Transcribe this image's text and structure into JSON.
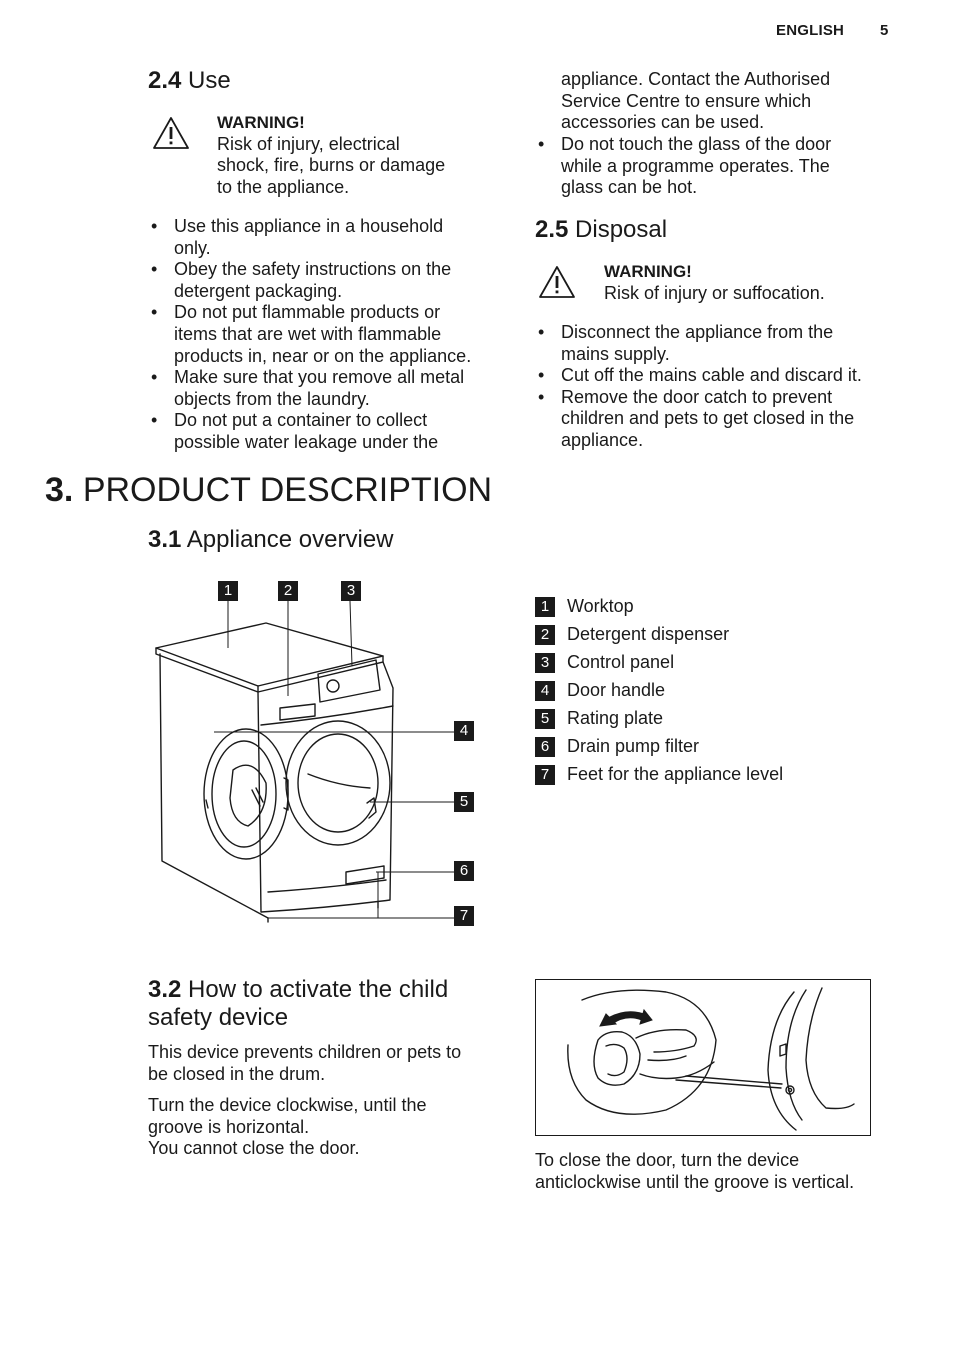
{
  "header": {
    "language": "ENGLISH",
    "page_number": "5"
  },
  "section_2_4": {
    "num": "2.4",
    "title": "Use",
    "warning_title": "WARNING!",
    "warning_lines": [
      "Risk of injury, electrical",
      "shock, fire, burns or damage",
      "to the appliance."
    ],
    "bullets": [
      [
        "Use this appliance in a household",
        "only."
      ],
      [
        "Obey the safety instructions on the",
        "detergent packaging."
      ],
      [
        "Do not put flammable products or",
        "items that are wet with flammable",
        "products in, near or on the appliance."
      ],
      [
        "Make sure that you remove all metal",
        "objects from the laundry."
      ],
      [
        "Do not put a container to collect",
        "possible water leakage under the"
      ]
    ],
    "continued_lines": [
      "appliance. Contact the Authorised",
      "Service Centre to ensure which",
      "accessories can be used."
    ],
    "bullets_right": [
      [
        "Do not touch the glass of the door",
        "while a programme operates. The",
        "glass can be hot."
      ]
    ]
  },
  "section_2_5": {
    "num": "2.5",
    "title": "Disposal",
    "warning_title": "WARNING!",
    "warning_lines": [
      "Risk of injury or suffocation."
    ],
    "bullets": [
      [
        "Disconnect the appliance from the",
        "mains supply."
      ],
      [
        "Cut off the mains cable and discard it."
      ],
      [
        "Remove the door catch to prevent",
        "children and pets to get closed in the",
        "appliance."
      ]
    ]
  },
  "chapter_3": {
    "num": "3.",
    "title": "PRODUCT DESCRIPTION"
  },
  "section_3_1": {
    "num": "3.1",
    "title": "Appliance overview",
    "callouts": [
      "1",
      "2",
      "3",
      "4",
      "5",
      "6",
      "7"
    ],
    "legend": [
      {
        "num": "1",
        "label": "Worktop"
      },
      {
        "num": "2",
        "label": "Detergent dispenser"
      },
      {
        "num": "3",
        "label": "Control panel"
      },
      {
        "num": "4",
        "label": "Door handle"
      },
      {
        "num": "5",
        "label": "Rating plate"
      },
      {
        "num": "6",
        "label": "Drain pump filter"
      },
      {
        "num": "7",
        "label": "Feet for the appliance level"
      }
    ]
  },
  "section_3_2": {
    "num": "3.2",
    "title_lines": [
      "How to activate the child",
      "safety device"
    ],
    "para1_lines": [
      "This device prevents children or pets to",
      "be closed in the drum."
    ],
    "para2_lines": [
      "Turn the device clockwise, until the",
      "groove is horizontal.",
      "You cannot close the door."
    ],
    "caption_lines": [
      "To close the door, turn the device",
      "anticlockwise until the groove is vertical."
    ]
  }
}
